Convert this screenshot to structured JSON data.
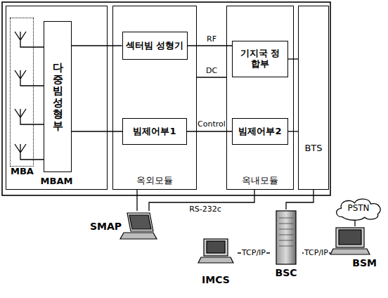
{
  "diagram": {
    "nodes": [
      {
        "text": [
          "MBAM"
        ]
      },
      {
        "text": [
          "MBA"
        ],
        "in": 0
      },
      {
        "text": [
          "다중빔 성형부"
        ],
        "in": 0
      },
      {
        "text": [
          "옥외모듈"
        ]
      },
      {
        "text": [
          "섹터빔 성형기"
        ],
        "in": 3
      },
      {
        "text": [
          "빔제어부1"
        ],
        "in": 3
      },
      {
        "text": [
          "옥내모듈"
        ]
      },
      {
        "text": [
          "기지국 정합부"
        ],
        "in": 6
      },
      {
        "text": [
          "빔제어부2"
        ],
        "in": 6
      },
      {
        "text": [
          "BTS"
        ]
      },
      {
        "text": [
          "PSTN"
        ]
      },
      {
        "text": [
          "SMAP"
        ]
      },
      {
        "text": [
          "IMCS"
        ]
      },
      {
        "text": [
          "BSC"
        ]
      },
      {
        "text": [
          "BSM"
        ]
      }
    ],
    "edges": [
      {
        "from": 2,
        "to": 4,
        "arrow": "none"
      },
      {
        "from": 2,
        "to": 5,
        "arrow": "none"
      },
      {
        "from": 4,
        "to": 7,
        "label": "RF",
        "arrow": "none"
      },
      {
        "from": 3,
        "to": 6,
        "label": "DC",
        "arrow": "none"
      },
      {
        "from": 5,
        "to": 8,
        "label": "Control",
        "arrow": "none"
      },
      {
        "from": 7,
        "to": 9,
        "arrow": "none"
      },
      {
        "from": 8,
        "to": 9,
        "arrow": "none"
      },
      {
        "from": 3,
        "to": 11,
        "arrow": "none"
      },
      {
        "from": 6,
        "to": 11,
        "label": "RS-232c",
        "arrow": "none"
      },
      {
        "from": 12,
        "to": 13,
        "label": "TCP/IP",
        "arrow": "none"
      },
      {
        "from": 13,
        "to": 14,
        "label": "TCP/IP",
        "arrow": "none"
      },
      {
        "from": 9,
        "to": 13,
        "arrow": "none"
      },
      {
        "from": 10,
        "to": 14,
        "arrow": "none"
      }
    ]
  }
}
